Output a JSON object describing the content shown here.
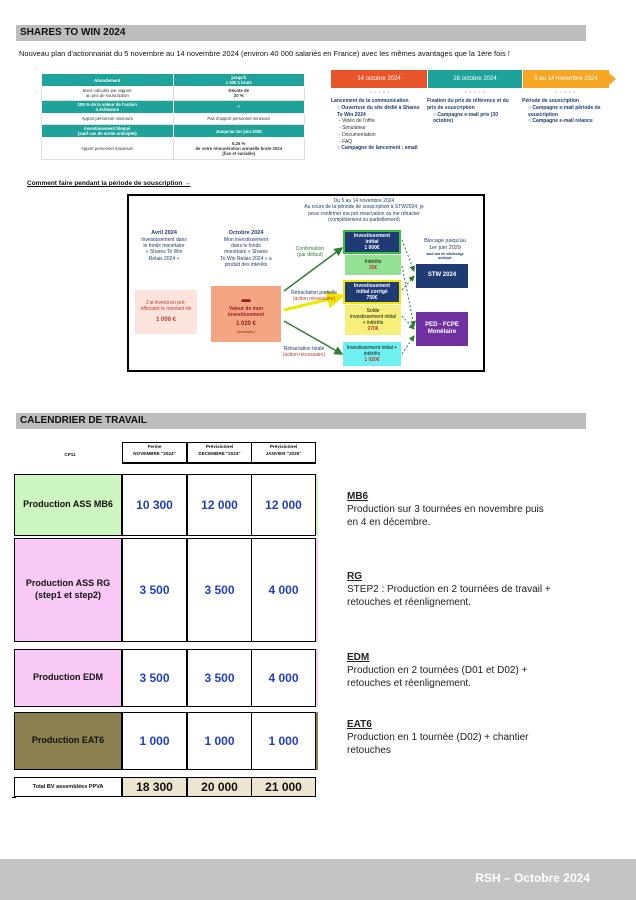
{
  "section1": {
    "title": "SHARES TO WIN 2024"
  },
  "intro": {
    "text": "Nouveau plan d'actionnariat du 5 novembre au 14 novembre 2024 (environ 40 000 salariés en France) avec les mêmes avantages que la 1ère fois !"
  },
  "stw_table": [
    {
      "label": "Abondement",
      "value": "jusqu'à\n1 000 € bruts",
      "style": "teal"
    },
    {
      "label": "Bons calculés par rapport\nau prix de souscription",
      "value": "Décote de\n20 %",
      "style": "white"
    },
    {
      "label": "100 % de la valeur de l'action\nà échéance",
      "value": "✓",
      "style": "teal"
    },
    {
      "label": "Apport personnel minimum",
      "value": "Pas d'apport personnel minimum",
      "style": "white"
    },
    {
      "label": "Investissement bloqué\n(sauf cas de sortie anticipée)",
      "value": "Jusqu'au 1er juin 2029",
      "style": "teal"
    },
    {
      "label": "Apport personnel maximum",
      "value": "5,25 %\nde votre rémunération annuelle brute 2024\n(fixe et variable)",
      "style": "white"
    }
  ],
  "timeline": {
    "steps": [
      {
        "date": "14 octobre 2024",
        "color": "#e8552b"
      },
      {
        "date": "28 octobre 2024",
        "color": "#1ea39a"
      },
      {
        "date": "5 au 14 novembre 2024",
        "color": "#f5a623"
      }
    ],
    "col1": {
      "title": "Lancement de la communication",
      "b1": "Ouverture du site dédié à Shares To Win 2024",
      "sub": [
        "Vidéo de l'offre",
        "Simulateur",
        "Documentation",
        "FAQ"
      ],
      "b2": "Campagne de lancement : email"
    },
    "col2": {
      "title": "Fixation du prix de référence et du prix de souscription",
      "b1": "Campagne e-mail prix (30 octobre)"
    },
    "col3": {
      "title": "Période de souscription",
      "b1": "Campagne e-mail période de souscription",
      "b2": "Campagne e-mail relance"
    }
  },
  "howto": {
    "text": "Comment faire pendant la période de souscription →"
  },
  "diagram": {
    "top_text": "Du 5 au 14 novembre 2024\nAu cours de la période de souscription à STW2024, je\npeux confirmer ma pré réservation ou me rétracter\n(complètement ou partiellement)",
    "april_title": "Avril 2024",
    "april_text": "Investissement dans\nle fonds monétaire\n« Shares To Win\nRelais 2024 »",
    "oct_title": "Octobre 2024",
    "oct_text": "Mon investissement\ndans le fonds\nmonétaire « Shares\nTo Win Relais 2024 » a\nproduit des intérêts",
    "preinvest": "J'ai investi en pré-\neffectant le montant de",
    "preinvest_amount": "1 000 €",
    "valeur": "Valeur de mon\ninvestissement",
    "valeur_amount": "1 020 €",
    "valeur_note": "(exemple)",
    "confirmation": "Confirmation\n(par défaut)",
    "retract_part": "Rétractation partielle",
    "retract_part_note": "(action nécessaire)",
    "retract_total": "Rétractation totale",
    "retract_total_note": "(action nécessaire)",
    "inv_initial": "Investissement\ninitial\n1 000€",
    "interets": "Intérêts",
    "interets_amount": "20€",
    "inv_corrige": "Investissement\ninitial corrigé\n750€",
    "solde": "Solde\ninvestissement initial\n+ intérêts",
    "solde_amount": "270€",
    "inv_total": "Investissement\ninitial + intérêts",
    "inv_total_amount": "1 020€",
    "blocage": "Blocage jusqu'au\n1er juin 2029",
    "blocage_note": "sauf cas de déblocage\nanticipé",
    "stw": "STW 2024",
    "ped": "PED - FCPE\nMonétaire"
  },
  "section2": {
    "title": "CALENDRIER DE TRAVAIL"
  },
  "calendar": {
    "corner": "CP11",
    "columns": [
      {
        "l1": "Ferme",
        "l2": "NOVEMBRE \"2024\""
      },
      {
        "l1": "Prévisionnel",
        "l2": "DECEMBRE \"2024\""
      },
      {
        "l1": "Prévisionnel",
        "l2": "JANVIER \"2025\""
      }
    ],
    "rows": [
      {
        "label": "Production  ASS MB6",
        "values": [
          "10 300",
          "12 000",
          "12 000"
        ],
        "color": "#ccf5c0"
      },
      {
        "label": "Production  ASS RG\n(step1 et step2)",
        "values": [
          "3 500",
          "3 500",
          "4 000"
        ],
        "color": "#f9c9f7"
      },
      {
        "label": "Production EDM",
        "values": [
          "3 500",
          "3 500",
          "4 000"
        ],
        "color": "#f9c9f7"
      },
      {
        "label": "Production EAT6",
        "values": [
          "1 000",
          "1 000",
          "1 000"
        ],
        "color": "#8b8150"
      }
    ],
    "total": {
      "label": "Total BV assemblées PPVA",
      "values": [
        "18 300",
        "20 000",
        "21 000"
      ]
    }
  },
  "notes": [
    {
      "title": "MB6",
      "text": "Production sur 3 tournées en novembre puis\nen 4 en décembre."
    },
    {
      "title": "RG",
      "text": "STEP2 : Production en 2 tournées de travail +\nretouches et réenlignement."
    },
    {
      "title": "EDM",
      "text": "Production en 2 tournées (D01 et D02) +\nretouches et réenlignement."
    },
    {
      "title": "EAT6",
      "text": "Production en 1 tournée (D02) + chantier\nretouches"
    }
  ],
  "footer": {
    "text": "RSH – Octobre 2024"
  }
}
